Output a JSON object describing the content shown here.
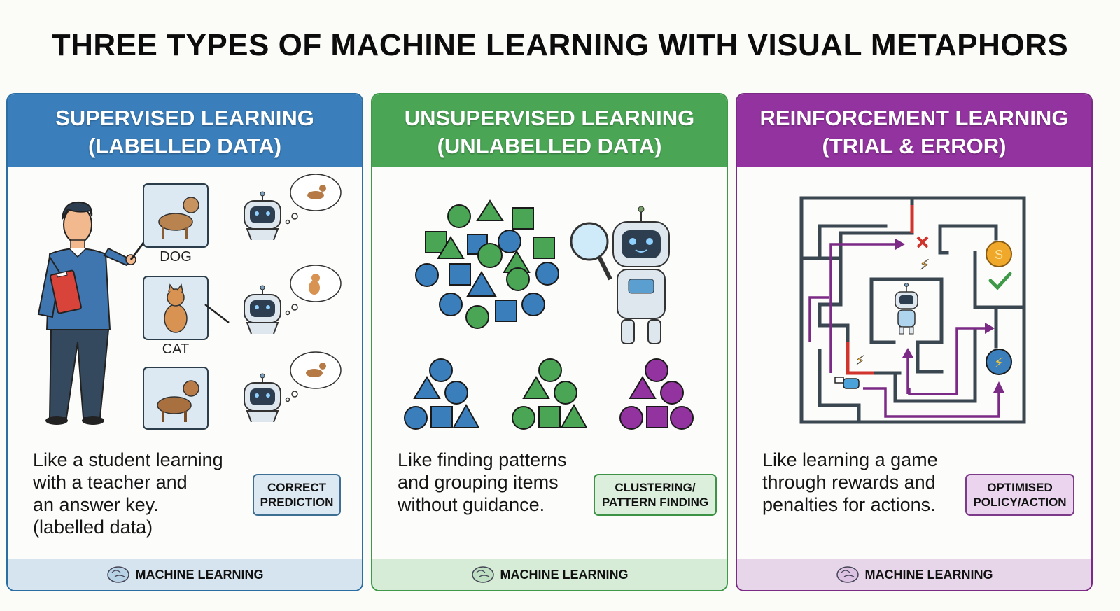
{
  "title": "THREE TYPES OF MACHINE LEARNING WITH VISUAL METAPHORS",
  "colors": {
    "supervised": "#3a7ebb",
    "unsupervised": "#4aa655",
    "reinforcement": "#93339f"
  },
  "panels": [
    {
      "heading_line1": "SUPERVISED LEARNING",
      "heading_line2": "(LABELLED DATA)",
      "image_labels": [
        "DOG",
        "CAT"
      ],
      "description": [
        "Like a student learning",
        "with a teacher and",
        "an answer key.",
        "(labelled data)"
      ],
      "bubble_line1": "CORRECT",
      "bubble_line2": "PREDICTION",
      "footer": "MACHINE LEARNING",
      "icons": [
        "teacher-figure",
        "dog-card",
        "cat-card",
        "robot-icon",
        "thought-bubble-icon",
        "brain-icon"
      ]
    },
    {
      "heading_line1": "UNSUPERVISED LEARNING",
      "heading_line2": "(UNLABELLED DATA)",
      "description": [
        "Like finding patterns",
        "and grouping items",
        "without guidance."
      ],
      "bubble_line1": "CLUSTERING/",
      "bubble_line2": "PATTERN FINDING",
      "footer": "MACHINE LEARNING",
      "icons": [
        "mixed-shapes-cluster",
        "robot-with-magnifier-icon",
        "blue-cluster",
        "green-cluster",
        "purple-cluster",
        "brain-icon"
      ]
    },
    {
      "heading_line1": "REINFORCEMENT LEARNING",
      "heading_line2": "(TRIAL & ERROR)",
      "description": [
        "Like learning a game",
        "through rewards and",
        "penalties for actions."
      ],
      "bubble_line1": "OPTIMISED",
      "bubble_line2": "POLICY/ACTION",
      "footer": "MACHINE LEARNING",
      "icons": [
        "maze",
        "robot-icon",
        "x-mark-icon",
        "lightning-icon",
        "coin-icon",
        "check-icon",
        "energy-icon",
        "brain-icon"
      ]
    }
  ]
}
